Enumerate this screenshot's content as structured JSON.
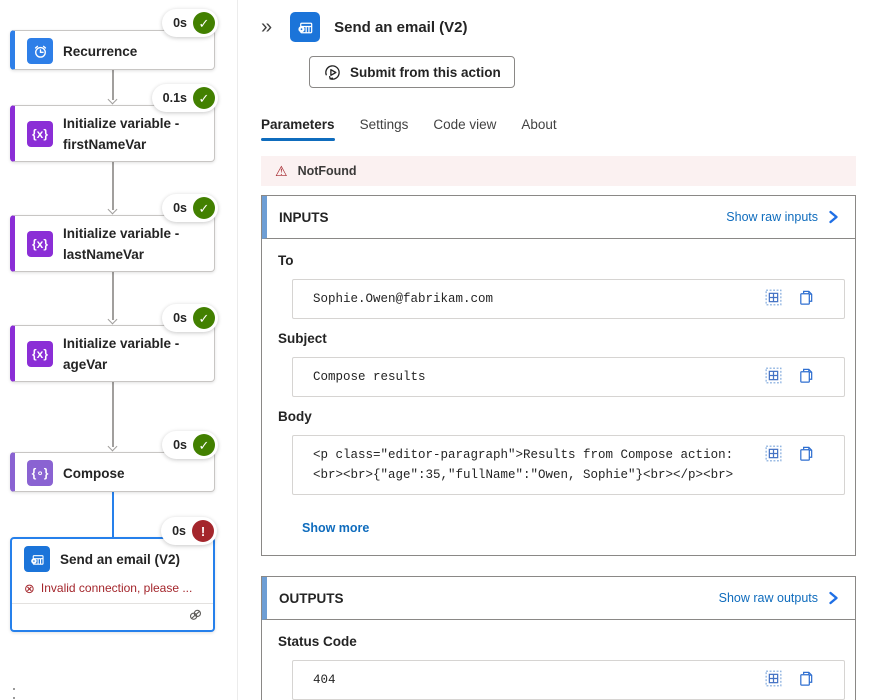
{
  "icons": {
    "collapse": "»",
    "warning": "⚠",
    "invalid": "⊗",
    "check": "✓",
    "exclaim": "!",
    "variable_glyph": "{x}",
    "compose_glyph": "{∘}"
  },
  "workflow": {
    "nodes": [
      {
        "title": "Recurrence",
        "duration": "0s",
        "status": "success"
      },
      {
        "title": "Initialize variable - firstNameVar",
        "duration": "0.1s",
        "status": "success"
      },
      {
        "title": "Initialize variable - lastNameVar",
        "duration": "0s",
        "status": "success"
      },
      {
        "title": "Initialize variable - ageVar",
        "duration": "0s",
        "status": "success"
      },
      {
        "title": "Compose",
        "duration": "0s",
        "status": "success"
      },
      {
        "title": "Send an email (V2)",
        "duration": "0s",
        "status": "error",
        "error": "Invalid connection, please ..."
      }
    ]
  },
  "panel": {
    "title": "Send an email (V2)",
    "submit_button": "Submit from this action",
    "tabs": [
      {
        "label": "Parameters",
        "active": true
      },
      {
        "label": "Settings",
        "active": false
      },
      {
        "label": "Code view",
        "active": false
      },
      {
        "label": "About",
        "active": false
      }
    ],
    "banner": {
      "text": "NotFound"
    },
    "inputs": {
      "title": "INPUTS",
      "link": "Show raw inputs",
      "fields": [
        {
          "label": "To",
          "value": "Sophie.Owen@fabrikam.com"
        },
        {
          "label": "Subject",
          "value": "Compose results"
        },
        {
          "label": "Body",
          "value": "<p class=\"editor-paragraph\">Results from Compose action: <br><br>{\"age\":35,\"fullName\":\"Owen, Sophie\"}<br></p><br>"
        }
      ],
      "show_more": "Show more"
    },
    "outputs": {
      "title": "OUTPUTS",
      "link": "Show raw outputs",
      "fields": [
        {
          "label": "Status Code",
          "value": "404"
        }
      ]
    }
  },
  "colors": {
    "accent_blue": "#2e7fe8",
    "accent_purple": "#8b2ed6",
    "accent_lilac": "#8a63d2",
    "success_green": "#428000",
    "error_red": "#a4262c",
    "selection_blue": "#2680eb",
    "link_blue": "#0f6cbd",
    "section_accent": "#6e9ed4",
    "banner_bg": "#fbf1f1"
  }
}
